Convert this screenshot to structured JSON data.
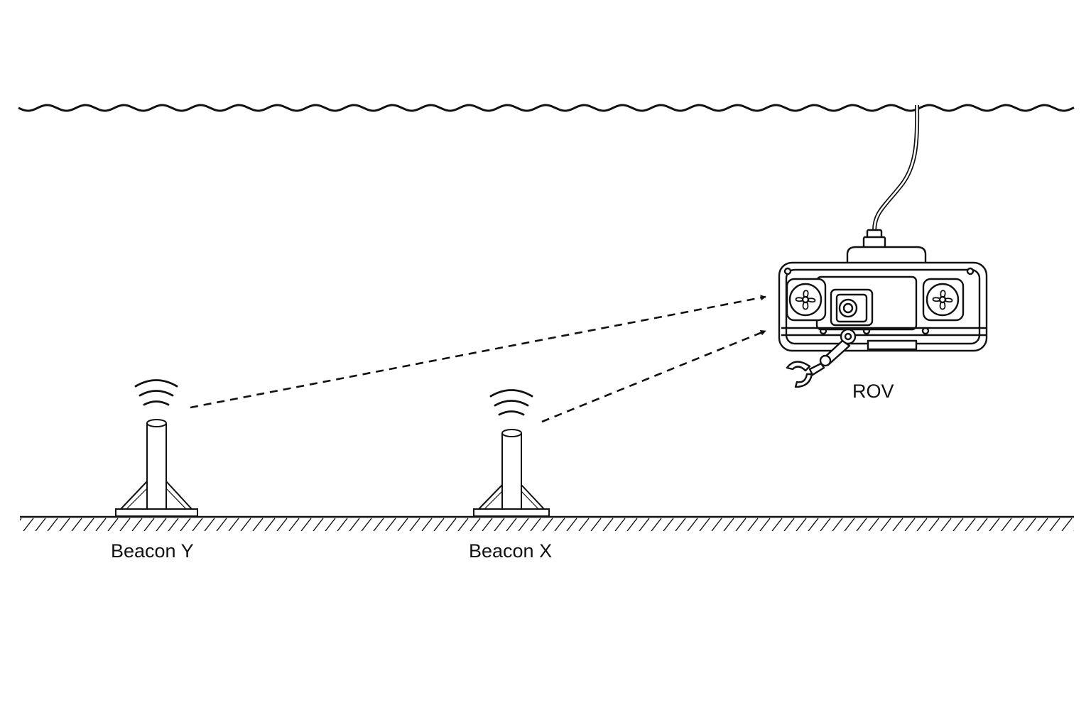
{
  "diagram": {
    "title": "",
    "stroke_color": "#111111",
    "background_color": "#ffffff",
    "elements": {
      "water_surface": {
        "style": "wavy-line"
      },
      "seabed": {
        "style": "hatched-ground"
      },
      "tether": {
        "connects": [
          "water_surface",
          "rov"
        ]
      },
      "signal_arrows": [
        {
          "from": "beacon_y",
          "to": "rov",
          "style": "dashed-arrow"
        },
        {
          "from": "beacon_x",
          "to": "rov",
          "style": "dashed-arrow"
        }
      ]
    },
    "labels": {
      "beacon_y": "Beacon Y",
      "beacon_x": "Beacon X",
      "rov": "ROV"
    },
    "icons": {
      "beacon": "beacon-icon",
      "signal": "signal-waves-icon",
      "rov": "rov-icon",
      "thruster": "thruster-icon",
      "camera": "camera-icon",
      "gripper": "gripper-arm-icon"
    }
  }
}
